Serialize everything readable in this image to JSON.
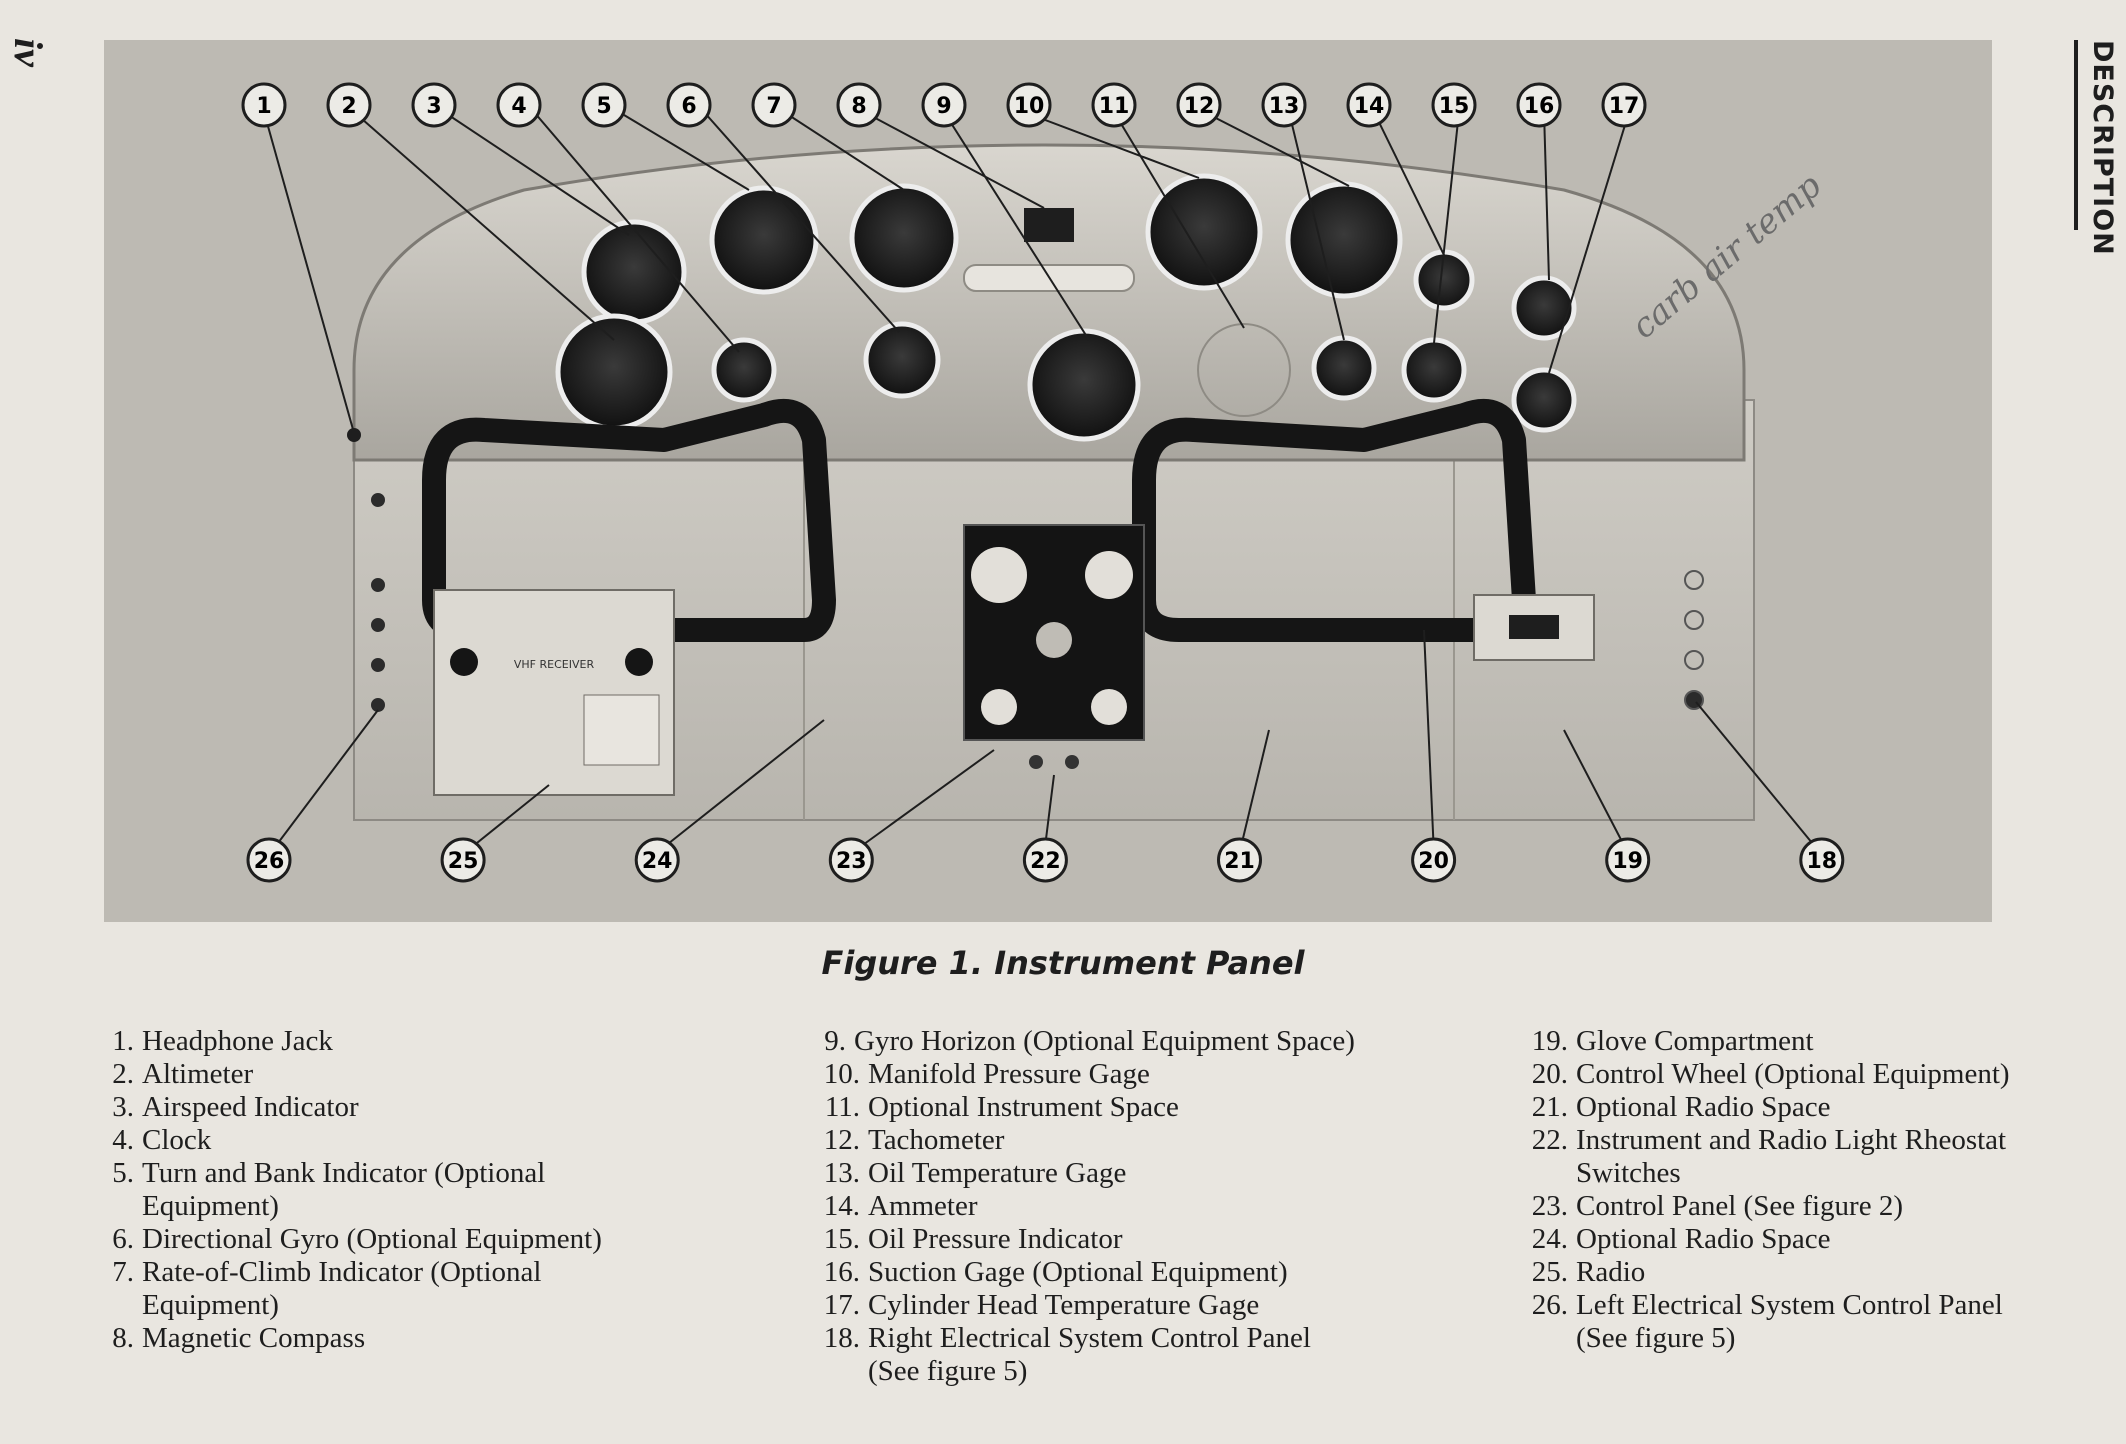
{
  "page": {
    "folio": "iv",
    "section": "DESCRIPTION",
    "caption": "Figure 1.  Instrument Panel"
  },
  "figure": {
    "top_callouts": [
      "1",
      "2",
      "3",
      "4",
      "5",
      "6",
      "7",
      "8",
      "9",
      "10",
      "11",
      "12",
      "13",
      "14",
      "15",
      "16",
      "17"
    ],
    "bottom_callouts": [
      "26",
      "25",
      "24",
      "23",
      "22",
      "21",
      "20",
      "19",
      "18"
    ],
    "radio_label": "VHF RECEIVER",
    "panel_color": "#bdbab3",
    "ink_color": "#1e1e1e"
  },
  "legend": {
    "col1": [
      {
        "num": "1.",
        "text": "Headphone Jack"
      },
      {
        "num": "2.",
        "text": "Altimeter"
      },
      {
        "num": "3.",
        "text": "Airspeed Indicator"
      },
      {
        "num": "4.",
        "text": "Clock"
      },
      {
        "num": "5.",
        "text": "Turn and Bank Indicator (Optional Equipment)"
      },
      {
        "num": "6.",
        "text": "Directional Gyro (Optional Equipment)"
      },
      {
        "num": "7.",
        "text": "Rate-of-Climb Indicator (Optional Equipment)"
      },
      {
        "num": "8.",
        "text": "Magnetic Compass"
      }
    ],
    "col2": [
      {
        "num": "9.",
        "text": "Gyro Horizon (Optional Equipment Space)"
      },
      {
        "num": "10.",
        "text": "Manifold Pressure Gage"
      },
      {
        "num": "11.",
        "text": "Optional Instrument Space"
      },
      {
        "num": "12.",
        "text": "Tachometer"
      },
      {
        "num": "13.",
        "text": "Oil Temperature Gage"
      },
      {
        "num": "14.",
        "text": "Ammeter"
      },
      {
        "num": "15.",
        "text": "Oil Pressure Indicator"
      },
      {
        "num": "16.",
        "text": "Suction Gage (Optional Equipment)"
      },
      {
        "num": "17.",
        "text": "Cylinder Head Temperature Gage"
      },
      {
        "num": "18.",
        "text": "Right Electrical System Control Panel (See figure 5)"
      }
    ],
    "col3": [
      {
        "num": "19.",
        "text": "Glove Compartment"
      },
      {
        "num": "20.",
        "text": "Control Wheel (Optional Equipment)"
      },
      {
        "num": "21.",
        "text": "Optional Radio Space"
      },
      {
        "num": "22.",
        "text": "Instrument and Radio Light Rheostat Switches"
      },
      {
        "num": "23.",
        "text": "Control Panel (See figure 2)"
      },
      {
        "num": "24.",
        "text": "Optional Radio Space"
      },
      {
        "num": "25.",
        "text": "Radio"
      },
      {
        "num": "26.",
        "text": "Left Electrical System Control Panel (See figure 5)"
      }
    ]
  }
}
